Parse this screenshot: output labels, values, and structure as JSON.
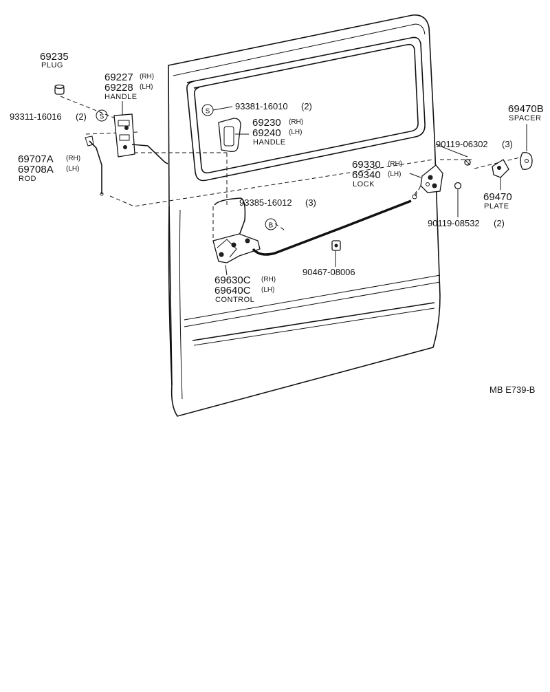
{
  "parts": {
    "plug": {
      "number": "69235",
      "name": "PLUG"
    },
    "outside_handle": {
      "number_rh": "69227",
      "suffix_rh": "(RH)",
      "number_lh": "69228",
      "suffix_lh": "(LH)",
      "name": "HANDLE"
    },
    "screw_left": {
      "number": "93311-16016",
      "qty": "(2)",
      "symbol": "S"
    },
    "rod": {
      "number_rh": "69707A",
      "suffix_rh": "(RH)",
      "number_lh": "69708A",
      "suffix_lh": "(LH)",
      "name": "ROD"
    },
    "screw_handle": {
      "number": "93381-16010",
      "qty": "(2)",
      "symbol": "S"
    },
    "inside_handle": {
      "number_rh": "69230",
      "suffix_rh": "(RH)",
      "number_lh": "69240",
      "suffix_lh": "(LH)",
      "name": "HANDLE"
    },
    "spacer": {
      "number": "69470B",
      "name": "SPACER"
    },
    "bolt_lock": {
      "number": "90119-06302",
      "qty": "(3)"
    },
    "lock": {
      "number_rh": "69330",
      "suffix_rh": "(RH)",
      "number_lh": "69340",
      "suffix_lh": "(LH)",
      "name": "LOCK"
    },
    "plate": {
      "number": "69470",
      "name": "PLATE"
    },
    "bolt_plate": {
      "number": "90119-08532",
      "qty": "(2)"
    },
    "screw_control": {
      "number": "93385-16012",
      "qty": "(3)",
      "symbol": "B"
    },
    "clip": {
      "number": "90467-08006"
    },
    "control": {
      "number_rh": "69630C",
      "suffix_rh": "(RH)",
      "number_lh": "69640C",
      "suffix_lh": "(LH)",
      "name": "CONTROL"
    }
  },
  "reference": "MB  E739-B"
}
